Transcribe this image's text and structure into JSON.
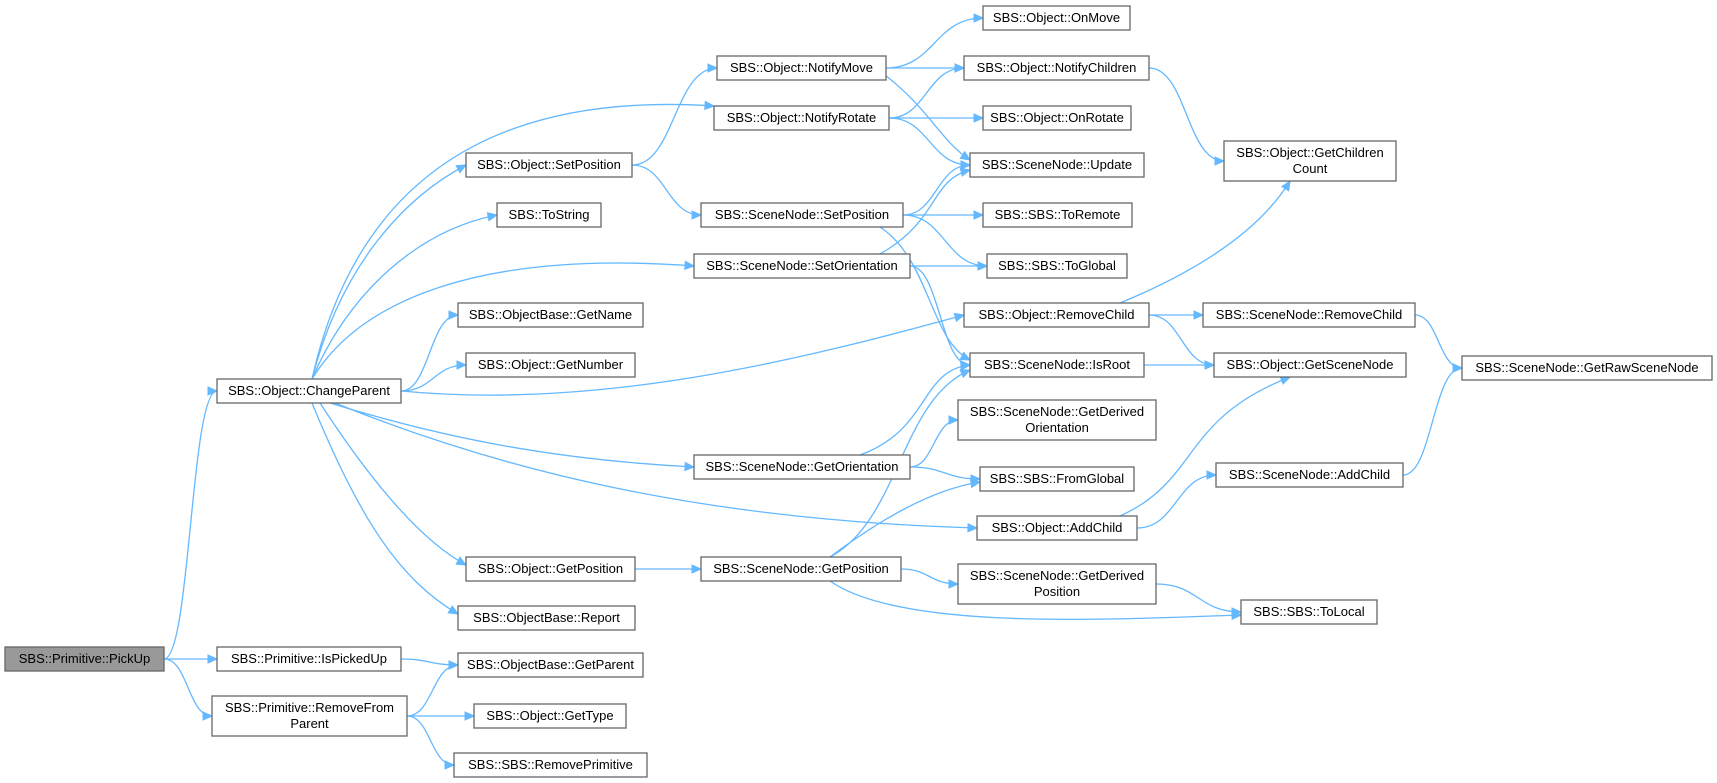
{
  "diagram": {
    "colors": {
      "edge": "#63b8ff",
      "node_border": "#666666",
      "node_fill": "#ffffff",
      "root_fill": "#999999",
      "background": "#ffffff"
    },
    "nodes": [
      {
        "id": "pickup",
        "lines": [
          "SBS::Primitive::PickUp"
        ],
        "root": true
      },
      {
        "id": "changeparent",
        "lines": [
          "SBS::Object::ChangeParent"
        ]
      },
      {
        "id": "ispickedup",
        "lines": [
          "SBS::Primitive::IsPickedUp"
        ]
      },
      {
        "id": "removefromparent",
        "lines": [
          "SBS::Primitive::RemoveFrom",
          "Parent"
        ]
      },
      {
        "id": "obj_setposition",
        "lines": [
          "SBS::Object::SetPosition"
        ]
      },
      {
        "id": "tostring",
        "lines": [
          "SBS::ToString"
        ]
      },
      {
        "id": "getname",
        "lines": [
          "SBS::ObjectBase::GetName"
        ]
      },
      {
        "id": "getnumber",
        "lines": [
          "SBS::Object::GetNumber"
        ]
      },
      {
        "id": "obj_getposition",
        "lines": [
          "SBS::Object::GetPosition"
        ]
      },
      {
        "id": "report",
        "lines": [
          "SBS::ObjectBase::Report"
        ]
      },
      {
        "id": "getparent",
        "lines": [
          "SBS::ObjectBase::GetParent"
        ]
      },
      {
        "id": "gettype",
        "lines": [
          "SBS::Object::GetType"
        ]
      },
      {
        "id": "removeprimitive",
        "lines": [
          "SBS::SBS::RemovePrimitive"
        ]
      },
      {
        "id": "notifymove",
        "lines": [
          "SBS::Object::NotifyMove"
        ]
      },
      {
        "id": "notifyrotate",
        "lines": [
          "SBS::Object::NotifyRotate"
        ]
      },
      {
        "id": "sn_setposition",
        "lines": [
          "SBS::SceneNode::SetPosition"
        ]
      },
      {
        "id": "sn_setorientation",
        "lines": [
          "SBS::SceneNode::SetOrientation"
        ]
      },
      {
        "id": "sn_getorientation",
        "lines": [
          "SBS::SceneNode::GetOrientation"
        ]
      },
      {
        "id": "sn_getposition",
        "lines": [
          "SBS::SceneNode::GetPosition"
        ]
      },
      {
        "id": "onmove",
        "lines": [
          "SBS::Object::OnMove"
        ]
      },
      {
        "id": "notifychildren",
        "lines": [
          "SBS::Object::NotifyChildren"
        ]
      },
      {
        "id": "onrotate",
        "lines": [
          "SBS::Object::OnRotate"
        ]
      },
      {
        "id": "sn_update",
        "lines": [
          "SBS::SceneNode::Update"
        ]
      },
      {
        "id": "toremote",
        "lines": [
          "SBS::SBS::ToRemote"
        ]
      },
      {
        "id": "toglobal",
        "lines": [
          "SBS::SBS::ToGlobal"
        ]
      },
      {
        "id": "obj_removechild",
        "lines": [
          "SBS::Object::RemoveChild"
        ]
      },
      {
        "id": "sn_isroot",
        "lines": [
          "SBS::SceneNode::IsRoot"
        ]
      },
      {
        "id": "sn_getderivedorientation",
        "lines": [
          "SBS::SceneNode::GetDerived",
          "Orientation"
        ]
      },
      {
        "id": "fromglobal",
        "lines": [
          "SBS::SBS::FromGlobal"
        ]
      },
      {
        "id": "obj_addchild",
        "lines": [
          "SBS::Object::AddChild"
        ]
      },
      {
        "id": "sn_getderivedposition",
        "lines": [
          "SBS::SceneNode::GetDerived",
          "Position"
        ]
      },
      {
        "id": "getchildrencount",
        "lines": [
          "SBS::Object::GetChildren",
          "Count"
        ]
      },
      {
        "id": "sn_removechild",
        "lines": [
          "SBS::SceneNode::RemoveChild"
        ]
      },
      {
        "id": "getscenenode",
        "lines": [
          "SBS::Object::GetSceneNode"
        ]
      },
      {
        "id": "sn_addchild",
        "lines": [
          "SBS::SceneNode::AddChild"
        ]
      },
      {
        "id": "tolocal",
        "lines": [
          "SBS::SBS::ToLocal"
        ]
      },
      {
        "id": "getrawscenenode",
        "lines": [
          "SBS::SceneNode::GetRawSceneNode"
        ]
      }
    ],
    "edges": [
      {
        "from": "pickup",
        "to": "changeparent"
      },
      {
        "from": "pickup",
        "to": "ispickedup"
      },
      {
        "from": "pickup",
        "to": "removefromparent"
      },
      {
        "from": "ispickedup",
        "to": "getparent"
      },
      {
        "from": "removefromparent",
        "to": "getparent"
      },
      {
        "from": "removefromparent",
        "to": "gettype"
      },
      {
        "from": "removefromparent",
        "to": "removeprimitive"
      },
      {
        "from": "changeparent",
        "to": "notifyrotate"
      },
      {
        "from": "changeparent",
        "to": "obj_setposition"
      },
      {
        "from": "changeparent",
        "to": "tostring"
      },
      {
        "from": "changeparent",
        "to": "sn_setorientation"
      },
      {
        "from": "changeparent",
        "to": "getname"
      },
      {
        "from": "changeparent",
        "to": "getnumber"
      },
      {
        "from": "changeparent",
        "to": "obj_removechild"
      },
      {
        "from": "changeparent",
        "to": "sn_getorientation"
      },
      {
        "from": "changeparent",
        "to": "obj_addchild"
      },
      {
        "from": "changeparent",
        "to": "obj_getposition"
      },
      {
        "from": "changeparent",
        "to": "report"
      },
      {
        "from": "obj_setposition",
        "to": "notifymove"
      },
      {
        "from": "obj_setposition",
        "to": "sn_setposition"
      },
      {
        "from": "obj_getposition",
        "to": "sn_getposition"
      },
      {
        "from": "notifymove",
        "to": "onmove"
      },
      {
        "from": "notifymove",
        "to": "notifychildren"
      },
      {
        "from": "notifymove",
        "to": "sn_update"
      },
      {
        "from": "notifyrotate",
        "to": "notifychildren"
      },
      {
        "from": "notifyrotate",
        "to": "onrotate"
      },
      {
        "from": "notifyrotate",
        "to": "sn_update"
      },
      {
        "from": "notifychildren",
        "to": "getchildrencount"
      },
      {
        "from": "sn_setposition",
        "to": "sn_update"
      },
      {
        "from": "sn_setposition",
        "to": "toremote"
      },
      {
        "from": "sn_setposition",
        "to": "toglobal"
      },
      {
        "from": "sn_setposition",
        "to": "sn_isroot"
      },
      {
        "from": "sn_setorientation",
        "to": "sn_update"
      },
      {
        "from": "sn_setorientation",
        "to": "toglobal"
      },
      {
        "from": "sn_setorientation",
        "to": "sn_isroot"
      },
      {
        "from": "obj_removechild",
        "to": "getchildrencount"
      },
      {
        "from": "obj_removechild",
        "to": "sn_removechild"
      },
      {
        "from": "obj_removechild",
        "to": "getscenenode"
      },
      {
        "from": "sn_isroot",
        "to": "getscenenode"
      },
      {
        "from": "sn_getorientation",
        "to": "sn_isroot"
      },
      {
        "from": "sn_getorientation",
        "to": "sn_getderivedorientation"
      },
      {
        "from": "sn_getorientation",
        "to": "fromglobal"
      },
      {
        "from": "sn_getposition",
        "to": "sn_isroot"
      },
      {
        "from": "sn_getposition",
        "to": "fromglobal"
      },
      {
        "from": "sn_getposition",
        "to": "sn_getderivedposition"
      },
      {
        "from": "sn_getposition",
        "to": "tolocal"
      },
      {
        "from": "obj_addchild",
        "to": "getscenenode"
      },
      {
        "from": "obj_addchild",
        "to": "sn_addchild"
      },
      {
        "from": "sn_getderivedposition",
        "to": "tolocal"
      },
      {
        "from": "sn_removechild",
        "to": "getrawscenenode"
      },
      {
        "from": "sn_addchild",
        "to": "getrawscenenode"
      }
    ]
  }
}
